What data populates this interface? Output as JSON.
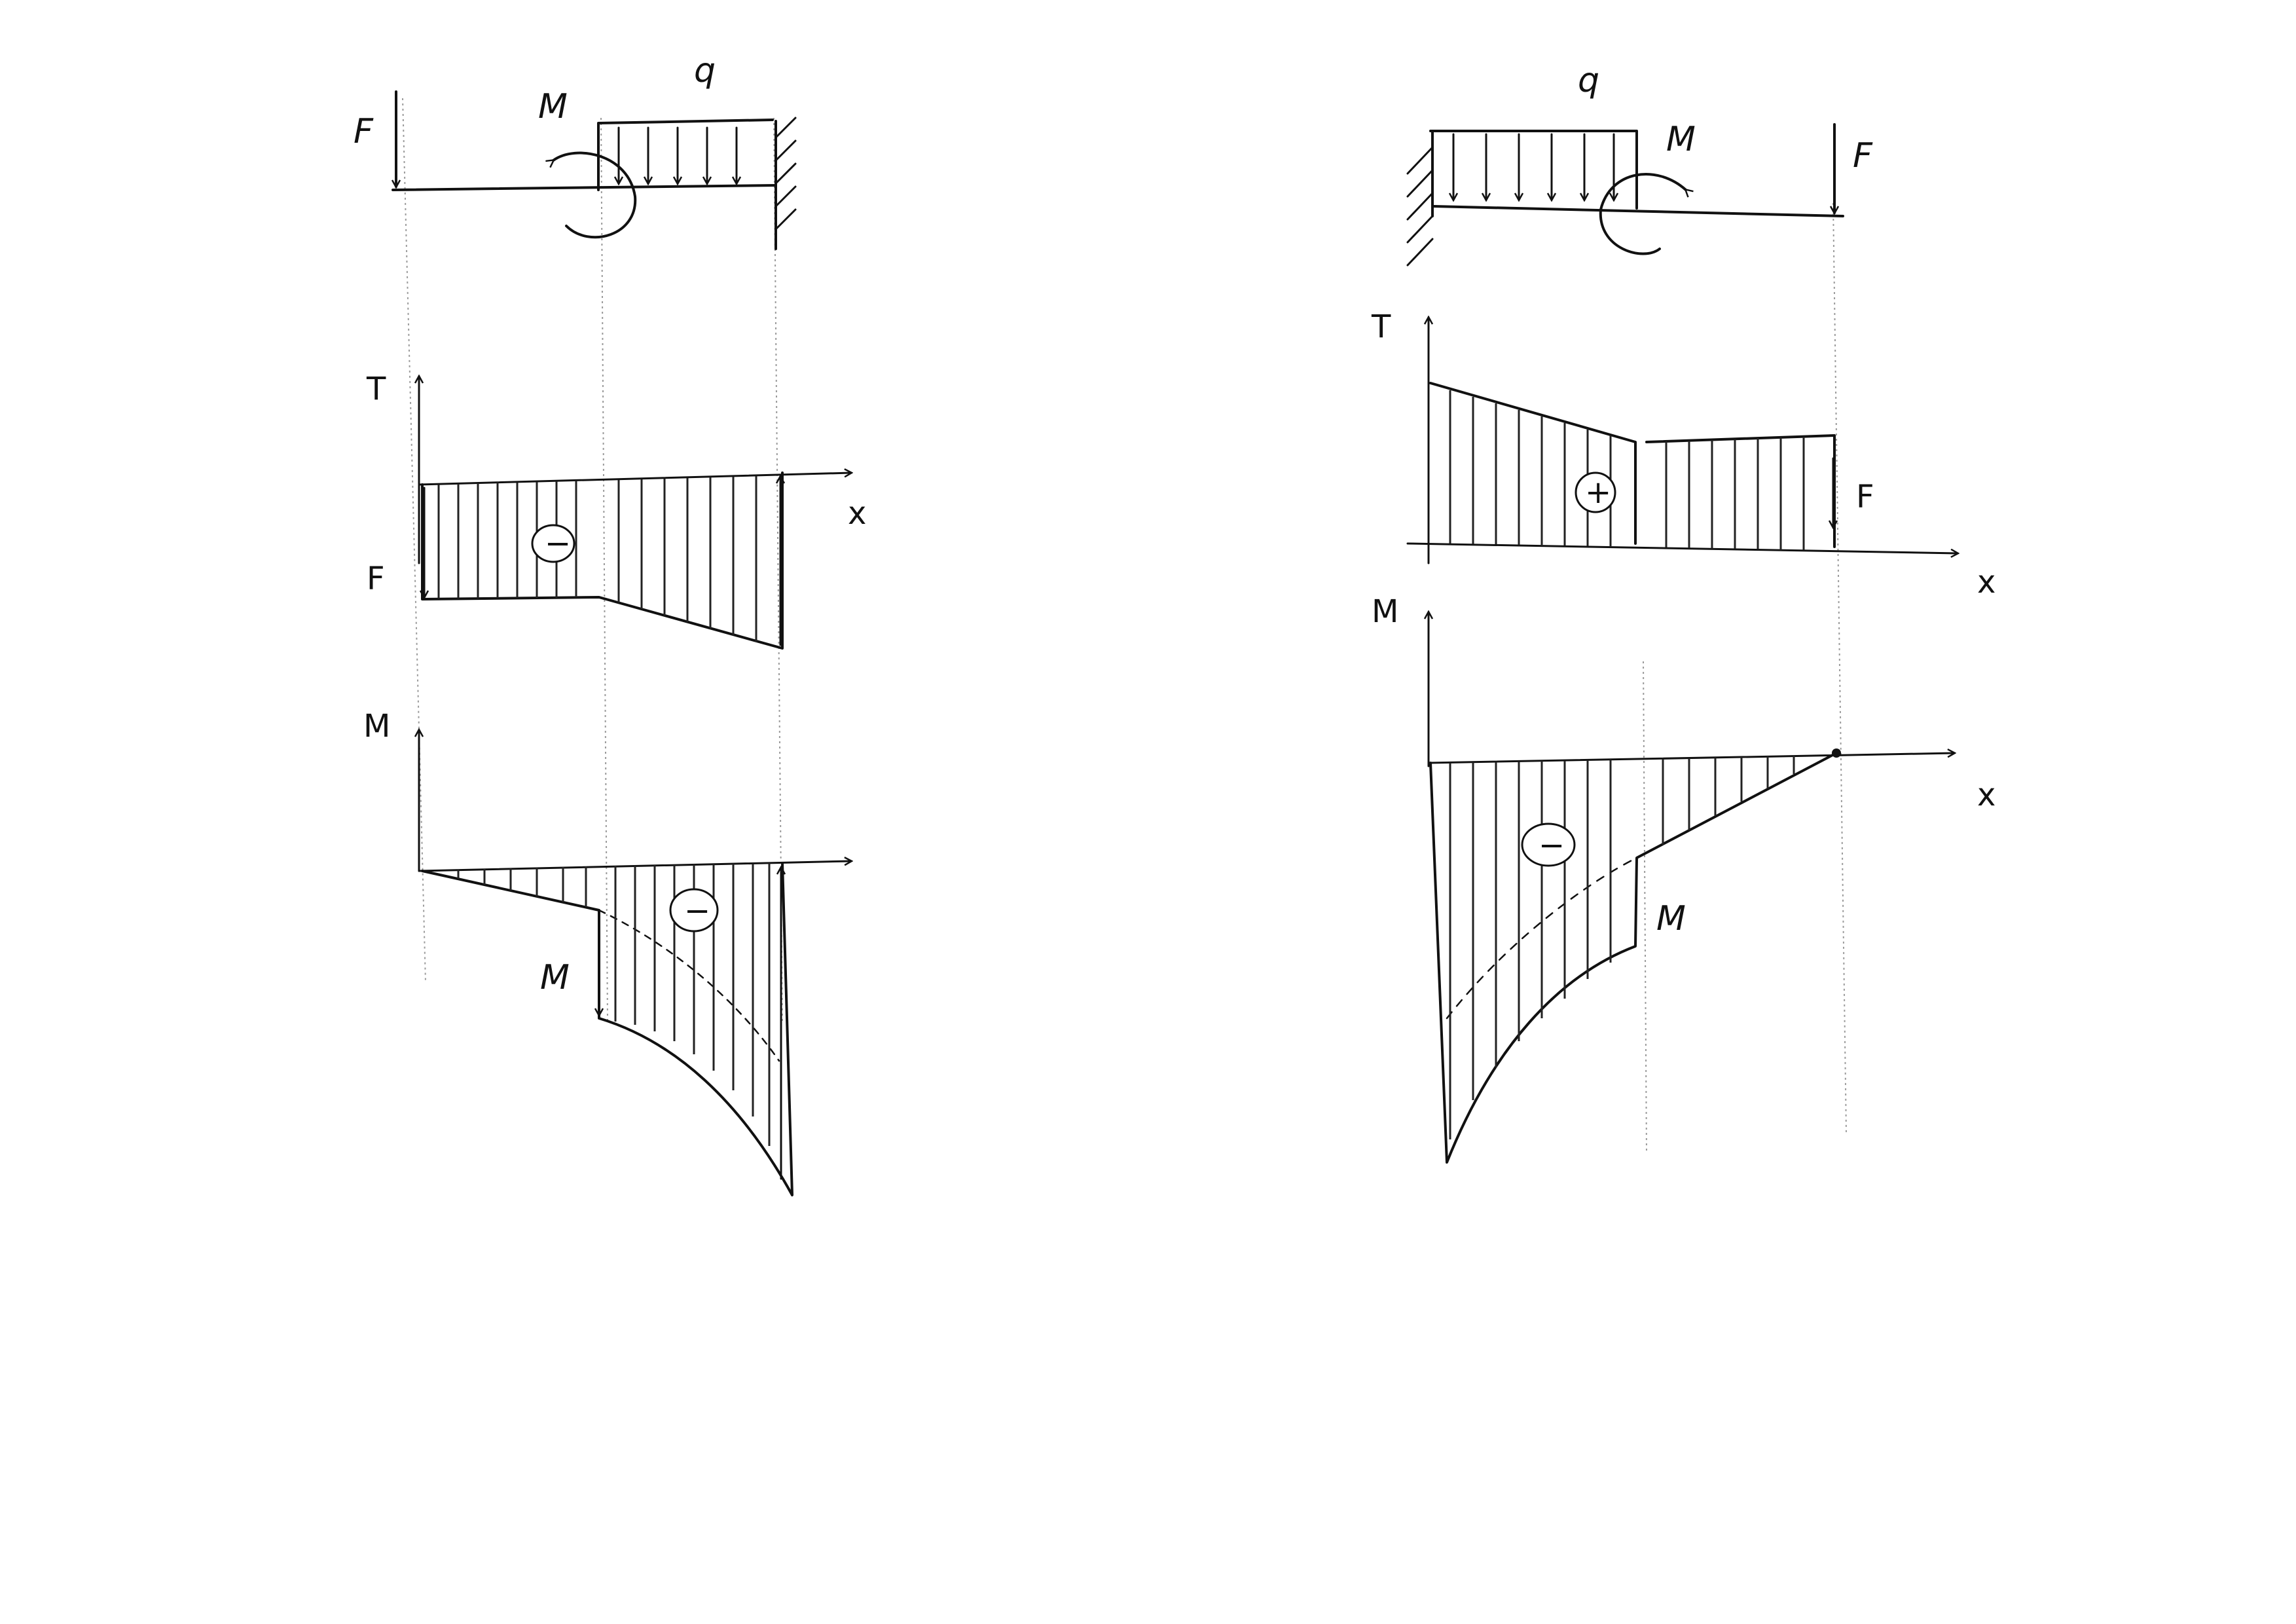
{
  "left_sketch": {
    "beam_labels": {
      "force": "F",
      "moment": "M",
      "load": "q"
    },
    "shear": {
      "axis_label": "T",
      "x_label": "x",
      "end_value": "F",
      "sign": "−"
    },
    "moment": {
      "axis_label": "M",
      "jump_value": "M",
      "sign": "−"
    }
  },
  "right_sketch": {
    "beam_labels": {
      "force": "F",
      "moment": "M",
      "load": "q"
    },
    "shear": {
      "axis_label": "T",
      "x_label": "x",
      "end_value": "F",
      "sign": "+"
    },
    "moment": {
      "axis_label": "M",
      "x_label": "x",
      "jump_value": "M",
      "sign": "−"
    }
  },
  "colors": {
    "ink": "#111111",
    "guide": "#9a9a9a",
    "paper": "#ffffff"
  }
}
